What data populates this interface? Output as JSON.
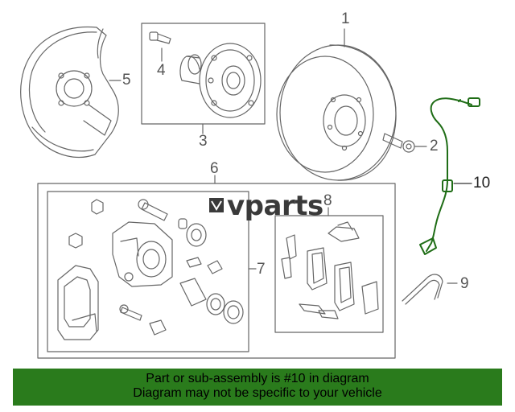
{
  "callouts": {
    "c1": "1",
    "c2": "2",
    "c3": "3",
    "c4": "4",
    "c5": "5",
    "c6": "6",
    "c7": "7",
    "c8": "8",
    "c9": "9",
    "c10": "10"
  },
  "watermark": {
    "text": "vparts"
  },
  "banner": {
    "line1": "Part or sub-assembly is #10 in diagram",
    "line2": "Diagram may not be specific to your vehicle",
    "color": "#2a7b1c"
  },
  "colors": {
    "highlight_part": "#1f6d16",
    "line_art": "#666666"
  }
}
